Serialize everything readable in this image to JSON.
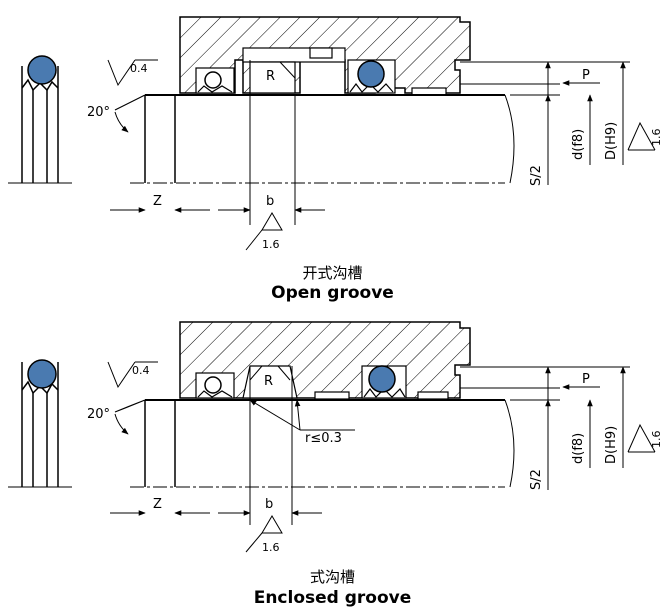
{
  "top": {
    "angle_label": "20°",
    "roughness_label": "0.4",
    "z_label": "Z",
    "b_label": "b",
    "b_roughness": "1.6",
    "r_label": "R",
    "p_label": "P",
    "s_label": "S/2",
    "d_label": "d(f8)",
    "bigd_label": "D(H9)",
    "bigd_roughness": "1.6",
    "caption_cn": "开式沟槽",
    "caption_en": "Open groove"
  },
  "bottom": {
    "angle_label": "20°",
    "roughness_label": "0.4",
    "z_label": "Z",
    "b_label": "b",
    "b_roughness": "1.6",
    "r_label": "R",
    "r_small_label": "r≤0.3",
    "p_label": "P",
    "s_label": "S/2",
    "d_label": "d(f8)",
    "bigd_label": "D(H9)",
    "bigd_roughness": "1.6",
    "caption_cn": "式沟槽",
    "caption_en": "Enclosed groove"
  },
  "colors": {
    "oring": "#4a7ab0",
    "line": "#000000"
  }
}
